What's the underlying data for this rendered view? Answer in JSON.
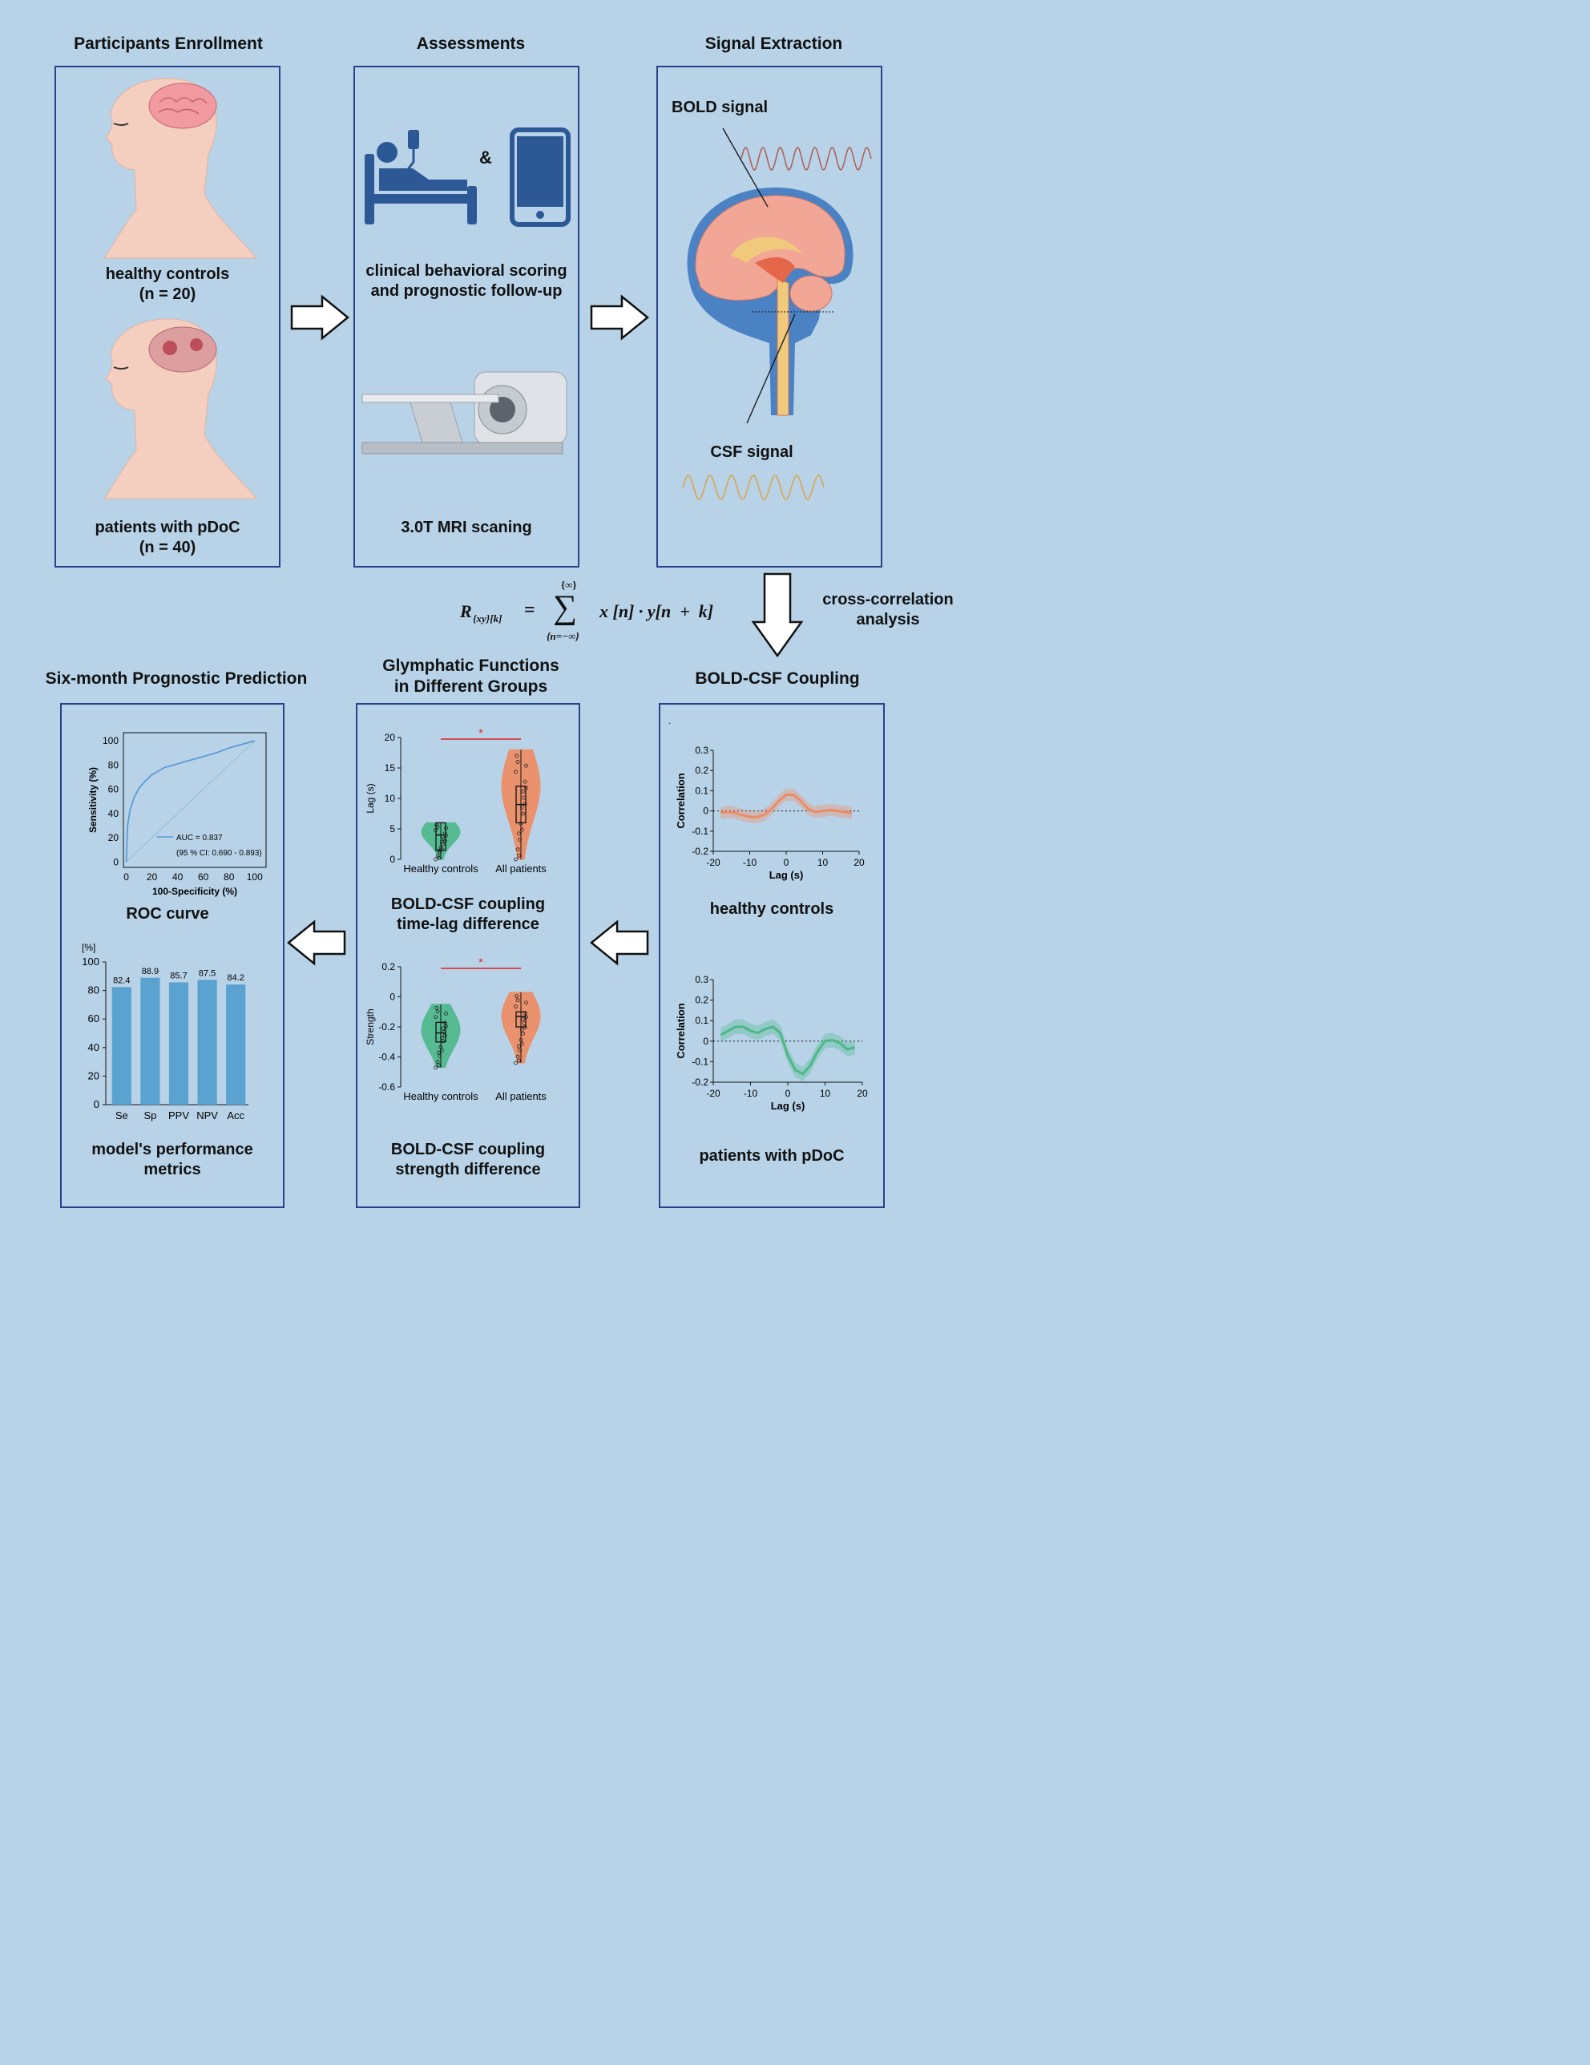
{
  "titles": {
    "participants": "Participants Enrollment",
    "assessments": "Assessments",
    "signal": "Signal Extraction",
    "prognostic": "Six-month Prognostic Prediction",
    "glymphatic": "Glymphatic Functions\nin Different Groups",
    "coupling": "BOLD-CSF Coupling"
  },
  "participants": {
    "hc_label": "healthy controls",
    "hc_n": "(n = 20)",
    "pt_label": "patients with pDoC",
    "pt_n": "(n = 40)"
  },
  "assessments": {
    "amp": "&",
    "scoring": "clinical behavioral scoring\nand prognostic follow-up",
    "mri": "3.0T MRI scaning"
  },
  "signal": {
    "bold": "BOLD signal",
    "csf": "CSF signal"
  },
  "formula": {
    "lhs": "R",
    "lhs_sub": "{xy}[k]",
    "eq": "=",
    "upper": "{∞}",
    "lower": "{n=−∞}",
    "rhs": "x [n] · y[n  +  k]"
  },
  "cross_label": "cross-correlation\nanalysis",
  "coupling": {
    "hc_label": "healthy controls",
    "pt_label": "patients with pDoC",
    "ylabel": "Correlation",
    "xlabel": "Lag (s)",
    "dot": "."
  },
  "glymphatic": {
    "lag_label": "BOLD-CSF coupling\ntime-lag difference",
    "strength_label": "BOLD-CSF coupling\nstrength difference",
    "star": "*"
  },
  "prognostic": {
    "roc_label": "ROC curve",
    "metrics_label": "model's performance\nmetrics",
    "auc": "AUC = 0.837",
    "ci": "(95 % CI: 0.690 - 0.893)",
    "bar_unit": "[%]"
  },
  "colors": {
    "background": "#b8d3e8",
    "border": "#27428a",
    "icon": "#2c5895",
    "orange": "#f08a60",
    "green": "#4cb88a",
    "bar": "#5aa2d0",
    "roc": "#5b9bd5",
    "red": "#e02020",
    "bold_wave": "#b15a54",
    "csf_wave": "#d8a347"
  },
  "chart_data": [
    {
      "type": "line",
      "id": "hc-coupling",
      "xlabel": "Lag (s)",
      "ylabel": "Correlation",
      "xlim": [
        -20,
        20
      ],
      "ylim": [
        -0.2,
        0.3
      ],
      "xticks": [
        -20,
        -10,
        0,
        10,
        20
      ],
      "yticks": [
        0.3,
        0.2,
        0.1,
        0,
        -0.1,
        -0.2
      ],
      "x": [
        -18,
        -16,
        -14,
        -12,
        -10,
        -8,
        -6,
        -4,
        -2,
        0,
        2,
        4,
        6,
        8,
        10,
        12,
        14,
        16,
        18
      ],
      "series": [
        {
          "values": [
            -0.01,
            -0.005,
            -0.01,
            -0.02,
            -0.03,
            -0.03,
            -0.02,
            0.01,
            0.05,
            0.08,
            0.08,
            0.05,
            0.01,
            -0.005,
            0.0,
            0.005,
            0.0,
            -0.005,
            -0.01
          ],
          "band": 0.03
        }
      ]
    },
    {
      "type": "line",
      "id": "pt-coupling",
      "xlabel": "Lag (s)",
      "ylabel": "Correlation",
      "xlim": [
        -20,
        20
      ],
      "ylim": [
        -0.2,
        0.3
      ],
      "xticks": [
        -20,
        -10,
        0,
        10,
        20
      ],
      "yticks": [
        0.3,
        0.2,
        0.1,
        0,
        -0.1,
        -0.2
      ],
      "x": [
        -18,
        -16,
        -14,
        -12,
        -10,
        -8,
        -6,
        -4,
        -2,
        0,
        2,
        4,
        6,
        8,
        10,
        12,
        14,
        16,
        18
      ],
      "series": [
        {
          "values": [
            0.03,
            0.05,
            0.07,
            0.07,
            0.05,
            0.04,
            0.06,
            0.07,
            0.04,
            -0.07,
            -0.14,
            -0.16,
            -0.12,
            -0.05,
            0.0,
            0.005,
            -0.01,
            -0.04,
            -0.03
          ],
          "band": 0.035
        }
      ]
    },
    {
      "type": "violin",
      "id": "lag",
      "ylabel": "Lag (s)",
      "ylim": [
        0,
        20
      ],
      "yticks": [
        0,
        5,
        10,
        15,
        20
      ],
      "categories": [
        "Healthy controls",
        "All patients"
      ],
      "groups": [
        {
          "min": 0,
          "q1": 1.5,
          "median": 4,
          "q3": 6,
          "max": 6,
          "peak": 4.5
        },
        {
          "min": 0,
          "q1": 6,
          "median": 9,
          "q3": 12,
          "max": 18,
          "peak": 12
        }
      ],
      "significance": "*"
    },
    {
      "type": "violin",
      "id": "strength",
      "ylabel": "Strength",
      "ylim": [
        -0.6,
        0.2
      ],
      "yticks": [
        0.2,
        0,
        -0.2,
        -0.4,
        -0.6
      ],
      "categories": [
        "Healthy controls",
        "All patients"
      ],
      "groups": [
        {
          "min": -0.47,
          "q1": -0.3,
          "median": -0.24,
          "q3": -0.17,
          "max": -0.05,
          "peak": -0.22
        },
        {
          "min": -0.44,
          "q1": -0.2,
          "median": -0.13,
          "q3": -0.1,
          "max": 0.03,
          "peak": -0.13
        }
      ],
      "significance": "*"
    },
    {
      "type": "line",
      "id": "roc",
      "xlabel": "100-Specificity (%)",
      "ylabel": "Sensitivity (%)",
      "xlim": [
        0,
        100
      ],
      "ylim": [
        0,
        100
      ],
      "xticks": [
        0,
        20,
        40,
        60,
        80,
        100
      ],
      "yticks": [
        0,
        20,
        40,
        60,
        80,
        100
      ],
      "x": [
        0,
        1,
        3,
        6,
        10,
        15,
        20,
        30,
        40,
        50,
        60,
        70,
        80,
        90,
        100
      ],
      "series": [
        {
          "name": "AUC = 0.837",
          "values": [
            0,
            30,
            43,
            53,
            61,
            67,
            72,
            78,
            81,
            84,
            87,
            90,
            94,
            97,
            100
          ]
        }
      ]
    },
    {
      "type": "bar",
      "id": "metrics",
      "ylabel": "[%]",
      "ylim": [
        0,
        100
      ],
      "yticks": [
        0,
        20,
        40,
        60,
        80,
        100
      ],
      "categories": [
        "Se",
        "Sp",
        "PPV",
        "NPV",
        "Acc"
      ],
      "values": [
        82.4,
        88.9,
        85.7,
        87.5,
        84.2
      ]
    }
  ]
}
